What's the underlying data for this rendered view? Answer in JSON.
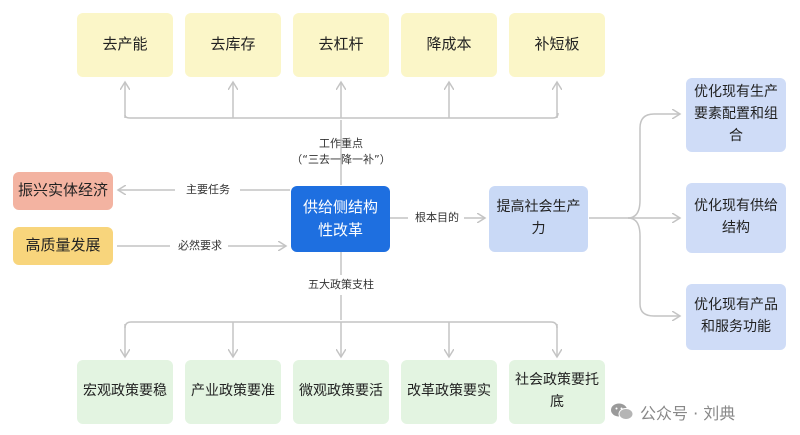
{
  "top_boxes": [
    "去产能",
    "去库存",
    "去杠杆",
    "降成本",
    "补短板"
  ],
  "bottom_boxes": [
    "宏观政策要稳",
    "产业政策要准",
    "微观政策要活",
    "改革政策要实",
    "社会政策要托底"
  ],
  "right_boxes": [
    "优化现有生产要素配置和组合",
    "优化现有供给结构",
    "优化现有产品和服务功能"
  ],
  "core": "供给侧结构性改革",
  "goal": "提高社会生产力",
  "left_boxes": {
    "revitalize": "振兴实体经济",
    "quality": "高质量发展"
  },
  "labels": {
    "work_focus": "工作重点",
    "work_focus_detail": "（“三去一降一补”）",
    "main_task": "主要任务",
    "requirement": "必然要求",
    "root_purpose": "根本目的",
    "pillars": "五大政策支柱"
  },
  "watermark": "公众号 · 刘典",
  "colors": {
    "core": "#1e6fe0",
    "top": "#fbf6c8",
    "bottom": "#e3f4e1",
    "right": "#cfdcf7",
    "left_red": "#f3b3a1",
    "left_yellow": "#f8d57c",
    "line": "#c4c4c4"
  }
}
